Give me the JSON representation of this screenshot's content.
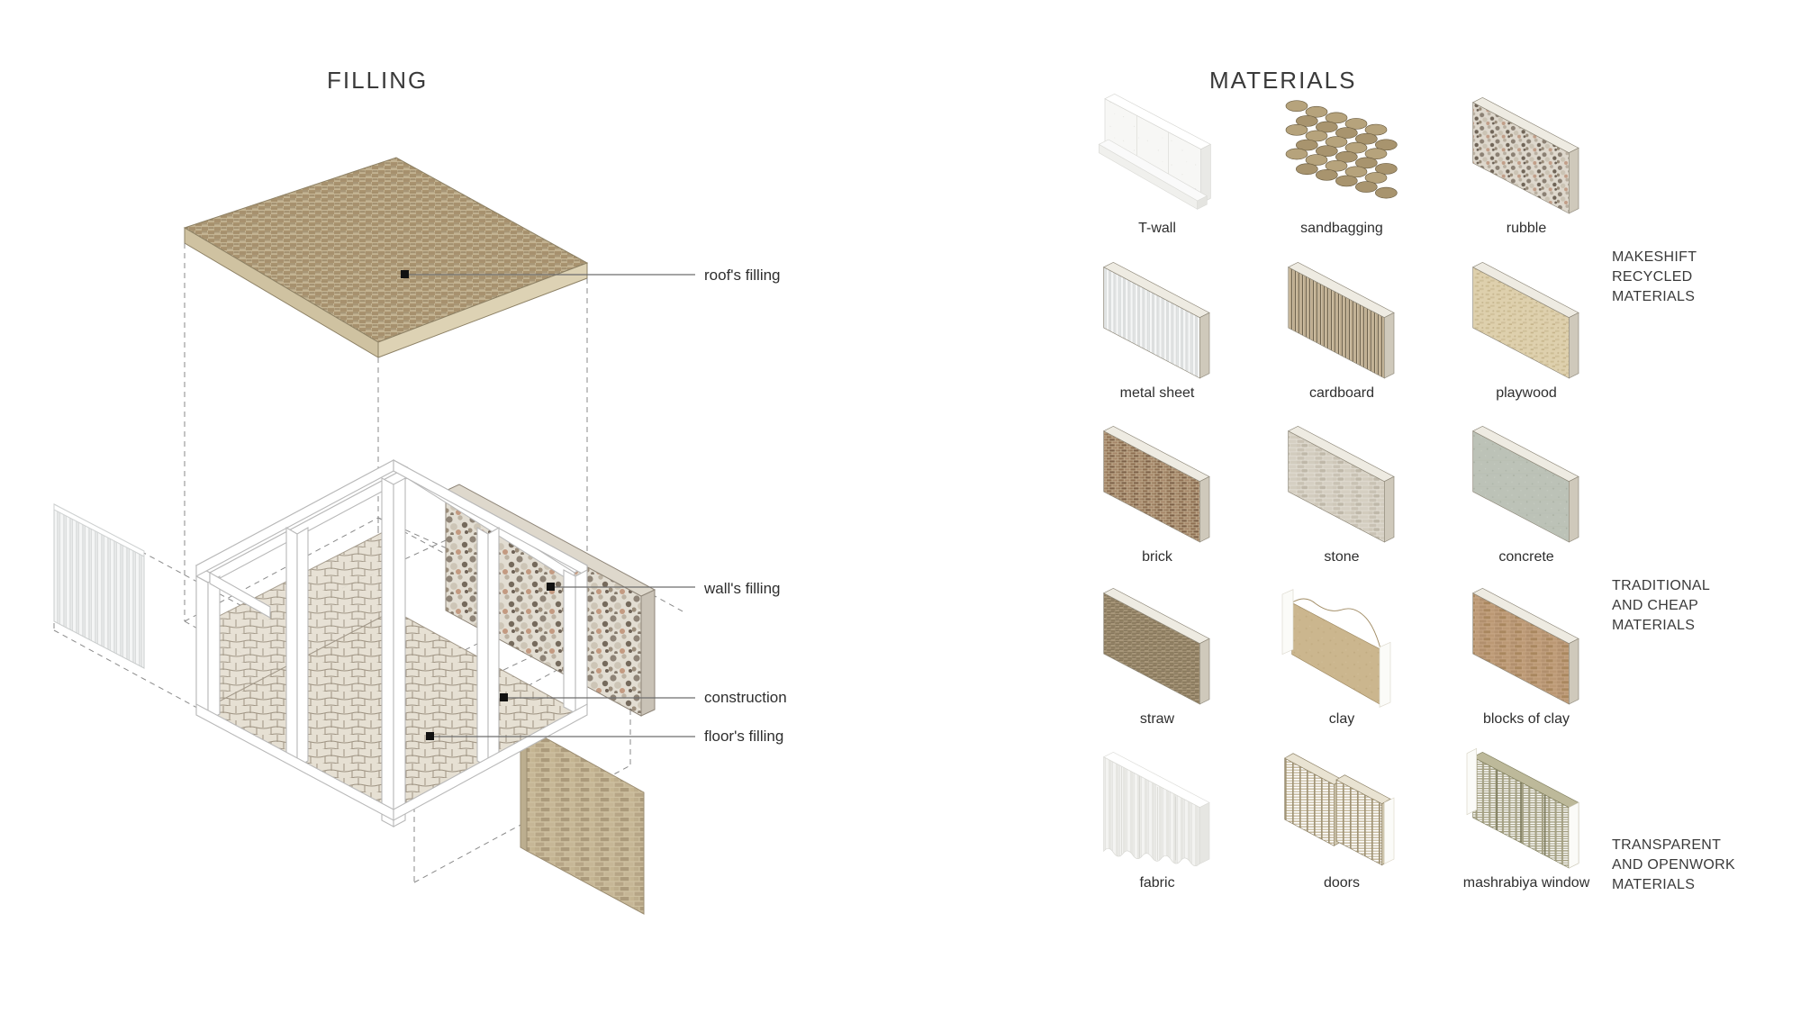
{
  "page": {
    "background": "#ffffff",
    "ink": "#2e2e2e"
  },
  "sections": {
    "filling": {
      "title": "FILLING"
    },
    "materials": {
      "title": "MATERIALS"
    }
  },
  "filling": {
    "callouts": [
      {
        "id": "roof",
        "label": "roof's filling"
      },
      {
        "id": "wall",
        "label": "wall's filling"
      },
      {
        "id": "construction",
        "label": "construction"
      },
      {
        "id": "floor",
        "label": "floor's filling"
      }
    ],
    "components": [
      {
        "name": "roof-panel",
        "material": "straw / woven matting",
        "color": "#b6a483"
      },
      {
        "name": "wall-panel",
        "material": "rubble",
        "color": "#b2a795"
      },
      {
        "name": "frame",
        "material": "white structural frame",
        "color": "#fbfbfb"
      },
      {
        "name": "floor-panel",
        "material": "stone paving",
        "color": "#d9d2c4"
      },
      {
        "name": "side-panel",
        "material": "metal sheet",
        "color": "#f2f2f2"
      },
      {
        "name": "front-panel",
        "material": "brick",
        "color": "#bfae8c"
      }
    ]
  },
  "materials": {
    "grid": [
      [
        {
          "label": "T-wall",
          "texture": "twall",
          "color": "#f3f3f1"
        },
        {
          "label": "sandbagging",
          "texture": "sandbags",
          "color": "#a08f6d"
        },
        {
          "label": "rubble",
          "texture": "rubble",
          "color": "#a9a094"
        }
      ],
      [
        {
          "label": "metal sheet",
          "texture": "corrugated",
          "color": "#e4e5e5"
        },
        {
          "label": "cardboard",
          "texture": "cardboard",
          "color": "#c3b49b"
        },
        {
          "label": "playwood",
          "texture": "plywood",
          "color": "#d8cbae"
        }
      ],
      [
        {
          "label": "brick",
          "texture": "brick",
          "color": "#93775c"
        },
        {
          "label": "stone",
          "texture": "stone",
          "color": "#cdc7bb"
        },
        {
          "label": "concrete",
          "texture": "concrete",
          "color": "#b7bdb2"
        }
      ],
      [
        {
          "label": "straw",
          "texture": "straw",
          "color": "#8d7f66"
        },
        {
          "label": "clay",
          "texture": "clay",
          "color": "#c3b089"
        },
        {
          "label": "blocks of clay",
          "texture": "clayblock",
          "color": "#b08f6c"
        }
      ],
      [
        {
          "label": "fabric",
          "texture": "fabric",
          "color": "#ededea"
        },
        {
          "label": "doors",
          "texture": "doors",
          "color": "#b3a68a"
        },
        {
          "label": "mashrabiya window",
          "texture": "mashrabiya",
          "color": "#9d9a7e"
        }
      ]
    ],
    "groups": [
      {
        "id": "makeshift",
        "label": "MAKESHIFT\nRECYCLED\nMATERIALS",
        "rows": [
          0,
          1
        ]
      },
      {
        "id": "traditional",
        "label": "TRADITIONAL\nAND CHEAP\nMATERIALS",
        "rows": [
          2,
          3
        ]
      },
      {
        "id": "transparent",
        "label": "TRANSPARENT\nAND OPENWORK\nMATERIALS",
        "rows": [
          4
        ]
      }
    ]
  }
}
